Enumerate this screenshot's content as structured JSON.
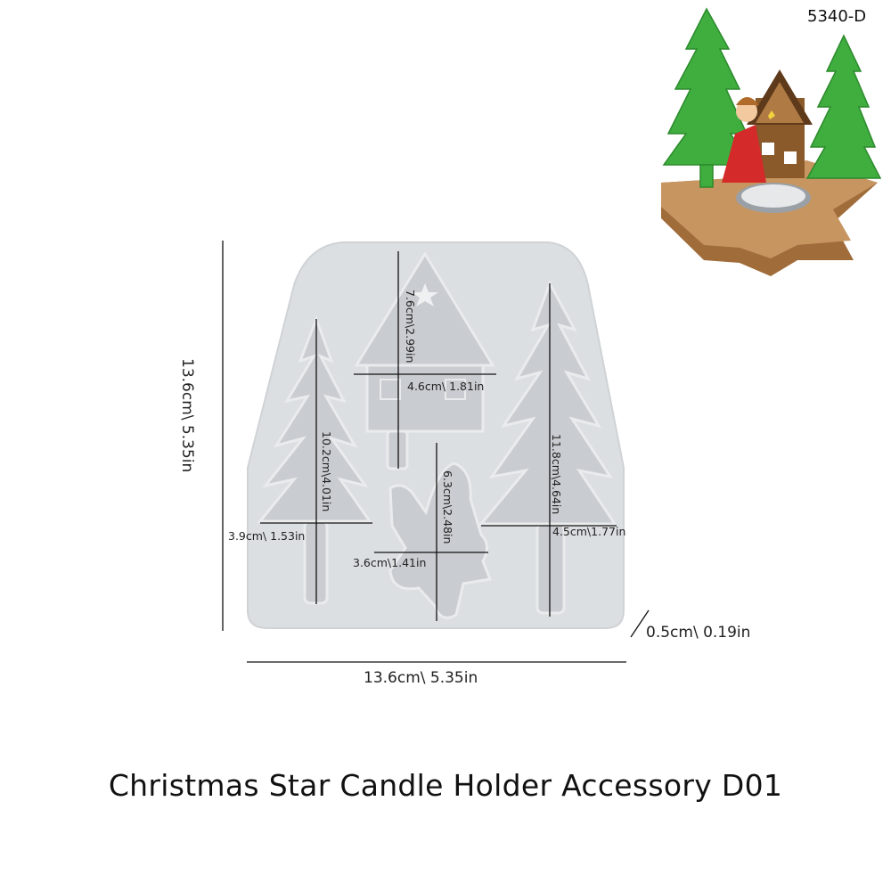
{
  "product_code": "5340-D",
  "caption": "Christmas Star Candle Holder Accessory D01",
  "dimensions": {
    "overall_height": "13.6cm\\ 5.35in",
    "overall_width": "13.6cm\\ 5.35in",
    "thickness": "0.5cm\\ 0.19in",
    "house_height": "7.6cm\\2.99in",
    "house_width": "4.6cm\\ 1.81in",
    "left_tree_height": "10.2cm\\4.01in",
    "left_tree_width": "3.9cm\\ 1.53in",
    "angel_height": "6.3cm\\2.48in",
    "angel_width": "3.6cm\\1.41in",
    "right_tree_height": "11.8cm\\4.64in",
    "right_tree_width": "4.5cm\\1.77in"
  },
  "colors": {
    "mold": "#dcdfe2",
    "cavity": "#c9ccd0",
    "tree_green": "#3fae3f",
    "wood": "#b07a45"
  }
}
